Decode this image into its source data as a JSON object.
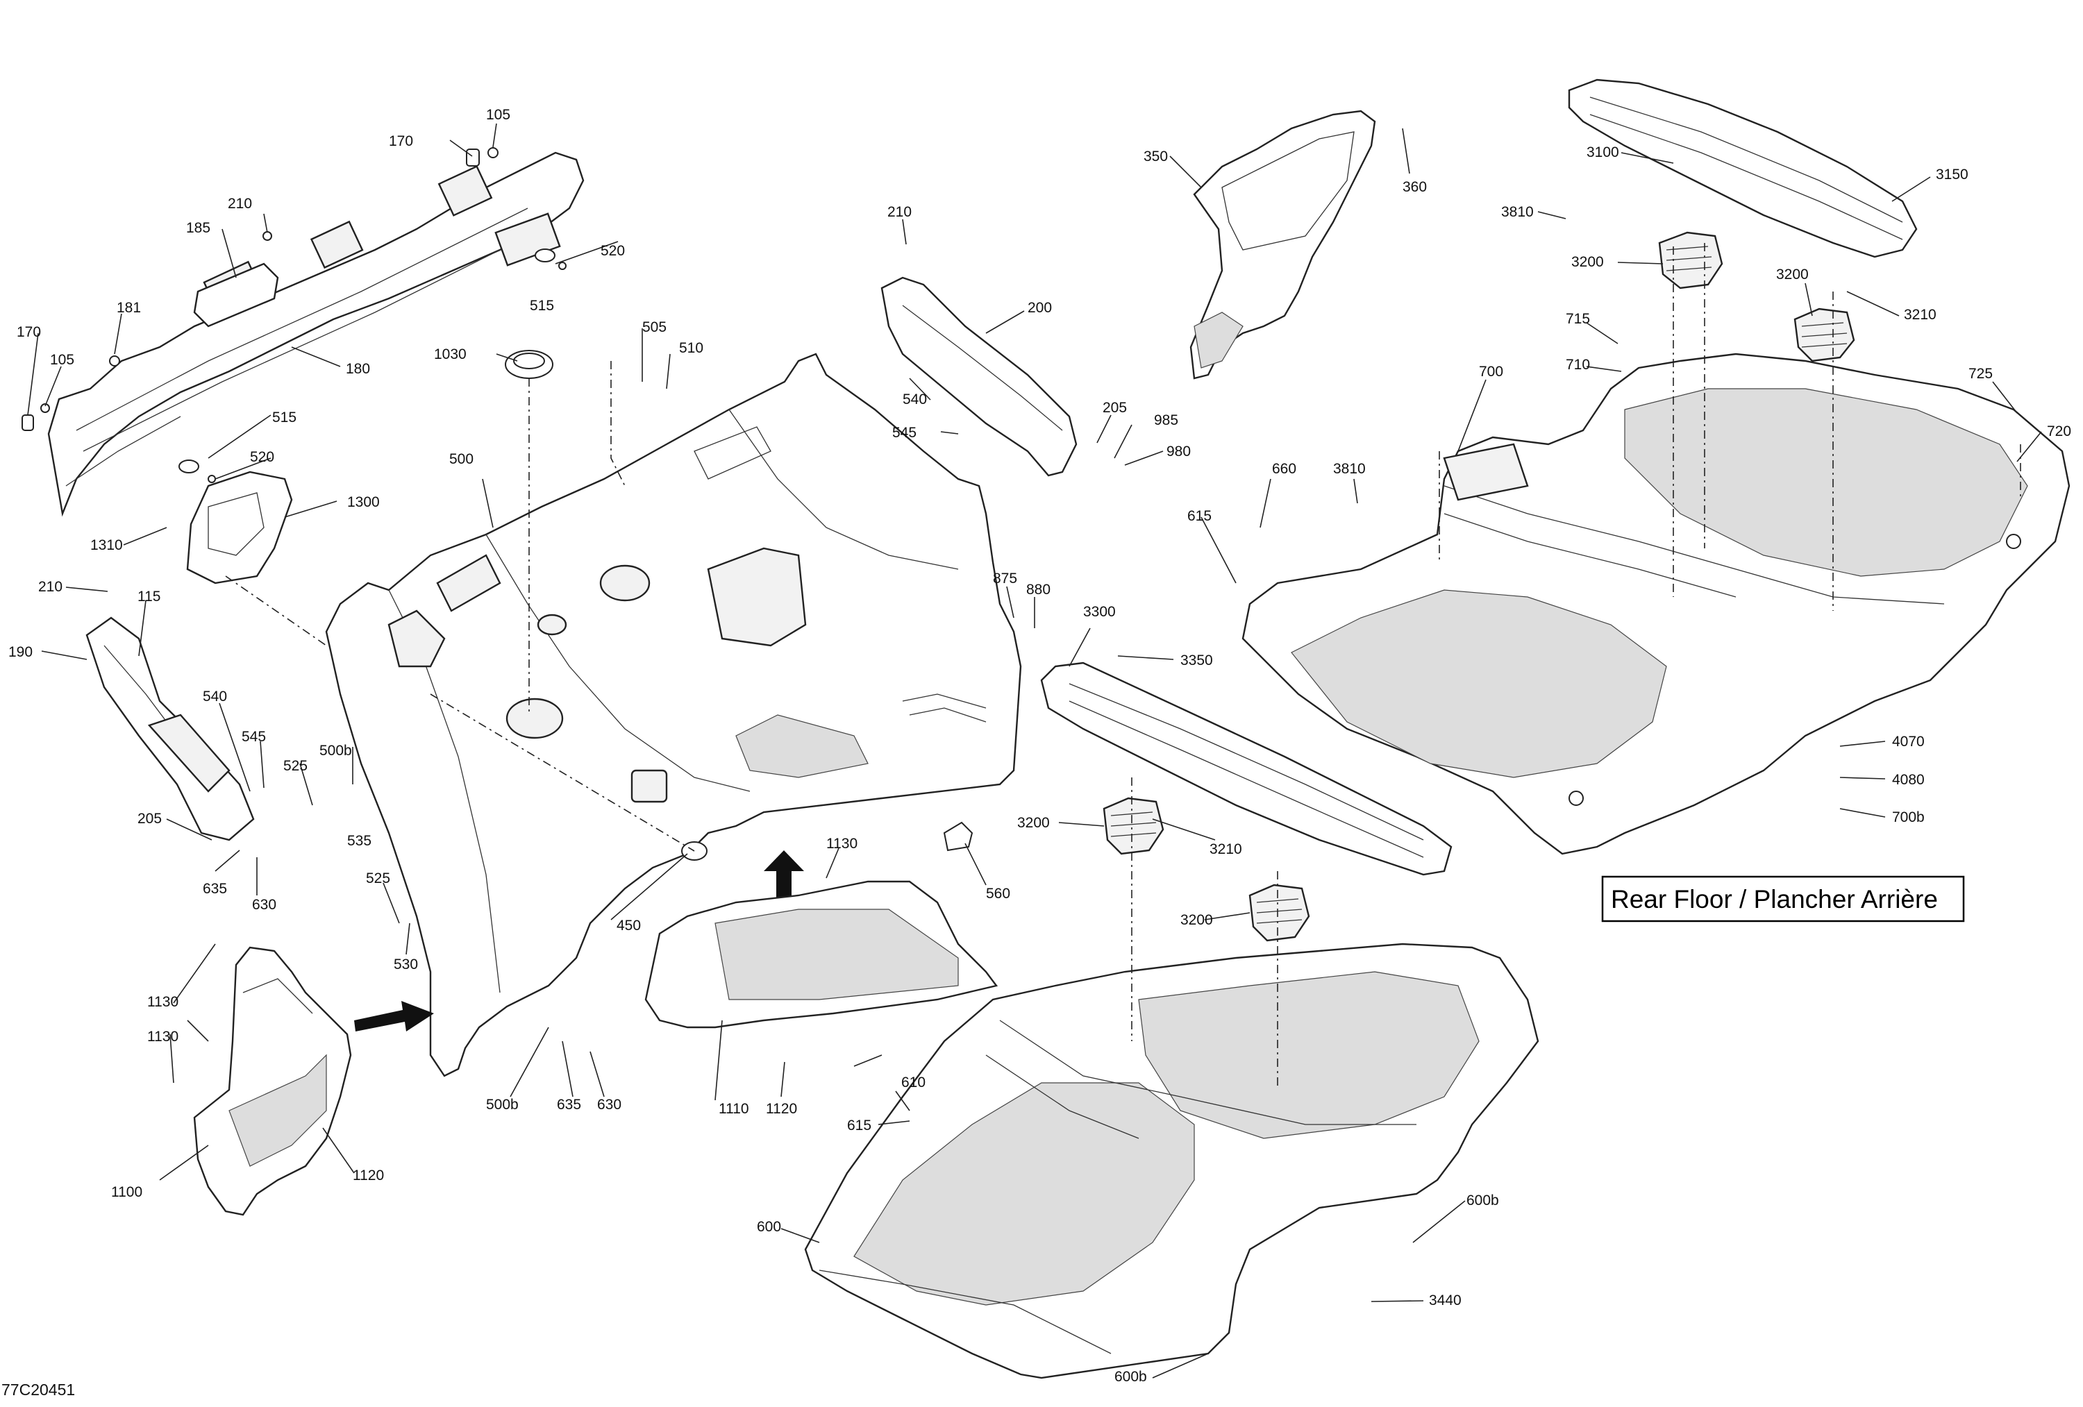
{
  "drawing_id": "77C20451",
  "title_box": "Rear Floor / Plancher Arrière",
  "callouts": [
    "105",
    "170",
    "185",
    "210",
    "181",
    "170",
    "105",
    "180",
    "515",
    "520",
    "515",
    "520",
    "1030",
    "505",
    "510",
    "500",
    "1300",
    "1310",
    "210",
    "115",
    "190",
    "540",
    "545",
    "525",
    "500b",
    "535",
    "205",
    "635",
    "630",
    "525",
    "530",
    "500b",
    "635",
    "630",
    "450",
    "1130",
    "1130",
    "1100",
    "1120",
    "1110",
    "1120",
    "1130",
    "560",
    "210",
    "200",
    "540",
    "545",
    "205",
    "985",
    "980",
    "875",
    "880",
    "350",
    "360",
    "3300",
    "3350",
    "3200",
    "3210",
    "3200",
    "610",
    "615",
    "600",
    "600b",
    "3440",
    "600b",
    "3100",
    "3150",
    "3810",
    "3200",
    "3200",
    "3210",
    "715",
    "710",
    "725",
    "720",
    "700",
    "660",
    "3810",
    "615",
    "4070",
    "4080",
    "700b"
  ]
}
